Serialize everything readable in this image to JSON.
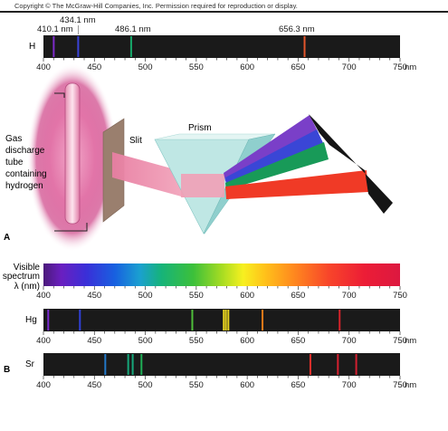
{
  "copyright": "Copyright © The McGraw-Hill Companies, Inc. Permission required for reproduction or display.",
  "colors": {
    "strip": "#1a1a1a",
    "tube_glow": "#d4468a",
    "slit": "#9a7f6e",
    "prism": "#8fd0cf",
    "beam_entry": "#e58aa6"
  },
  "panel_a": {
    "label": "A",
    "hydrogen_strip": {
      "element": "H",
      "lines": [
        {
          "nm": 410.1,
          "color": "#7d2bc9",
          "label": "410.1 nm"
        },
        {
          "nm": 434.1,
          "color": "#3a43d8",
          "label": "434.1 nm"
        },
        {
          "nm": 486.1,
          "color": "#17a86a",
          "label": "486.1 nm"
        },
        {
          "nm": 656.3,
          "color": "#e2552b",
          "label": "656.3 nm"
        }
      ],
      "ticks": [
        "400",
        "450",
        "500",
        "550",
        "600",
        "650",
        "700",
        "750"
      ],
      "unit": "nm"
    },
    "tube_label": [
      "Gas",
      "discharge",
      "tube",
      "containing",
      "hydrogen"
    ],
    "slit_label": "Slit",
    "prism_label": "Prism"
  },
  "panel_b": {
    "label": "B",
    "visible_label": [
      "Visible",
      "spectrum",
      "λ (nm)"
    ],
    "visible_ticks": [
      "400",
      "450",
      "500",
      "550",
      "600",
      "650",
      "700",
      "750"
    ],
    "hg_strip": {
      "element": "Hg",
      "lines": [
        {
          "nm": 404.7,
          "color": "#7a2ad0"
        },
        {
          "nm": 435.8,
          "color": "#3040d8"
        },
        {
          "nm": 546.1,
          "color": "#4fbe3a"
        },
        {
          "nm": 577.0,
          "color": "#e6d21e"
        },
        {
          "nm": 579.1,
          "color": "#e6d21e"
        },
        {
          "nm": 581.5,
          "color": "#e6d21e"
        },
        {
          "nm": 615.0,
          "color": "#ee7a18"
        },
        {
          "nm": 690.7,
          "color": "#d6232a"
        }
      ],
      "ticks": [
        "400",
        "450",
        "500",
        "550",
        "600",
        "650",
        "700",
        "750"
      ],
      "unit": "nm"
    },
    "sr_strip": {
      "element": "Sr",
      "lines": [
        {
          "nm": 460.7,
          "color": "#2278c8"
        },
        {
          "nm": 483.2,
          "color": "#16a67a"
        },
        {
          "nm": 487.6,
          "color": "#16a67a"
        },
        {
          "nm": 496.2,
          "color": "#1fae55"
        },
        {
          "nm": 662.0,
          "color": "#e0302b"
        },
        {
          "nm": 689.0,
          "color": "#d62030"
        },
        {
          "nm": 707.0,
          "color": "#d21f30"
        }
      ],
      "ticks": [
        "400",
        "450",
        "500",
        "550",
        "600",
        "650",
        "700",
        "750"
      ],
      "unit": "nm"
    }
  }
}
